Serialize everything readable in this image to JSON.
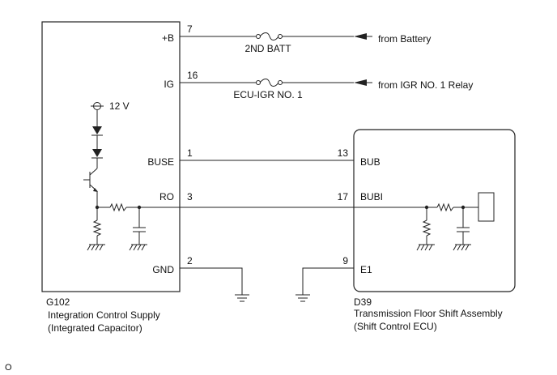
{
  "left_component": {
    "code": "G102",
    "name": "Integration Control Supply",
    "subname": "(Integrated Capacitor)",
    "supply_label": "12 V"
  },
  "right_component": {
    "code": "D39",
    "name": "Transmission Floor Shift Assembly",
    "subname": "(Shift Control ECU)"
  },
  "left_pins": [
    {
      "name": "+B",
      "number": "7"
    },
    {
      "name": "IG",
      "number": "16"
    },
    {
      "name": "BUSE",
      "number": "1"
    },
    {
      "name": "RO",
      "number": "3"
    },
    {
      "name": "GND",
      "number": "2"
    }
  ],
  "right_pins": [
    {
      "name": "BUB",
      "number": "13"
    },
    {
      "name": "BUBI",
      "number": "17"
    },
    {
      "name": "E1",
      "number": "9"
    }
  ],
  "fuses": [
    {
      "label": "2ND BATT"
    },
    {
      "label": "ECU-IGR NO. 1"
    }
  ],
  "sources": [
    {
      "label": "from Battery"
    },
    {
      "label": "from IGR NO. 1 Relay"
    }
  ],
  "footer_mark": "O"
}
